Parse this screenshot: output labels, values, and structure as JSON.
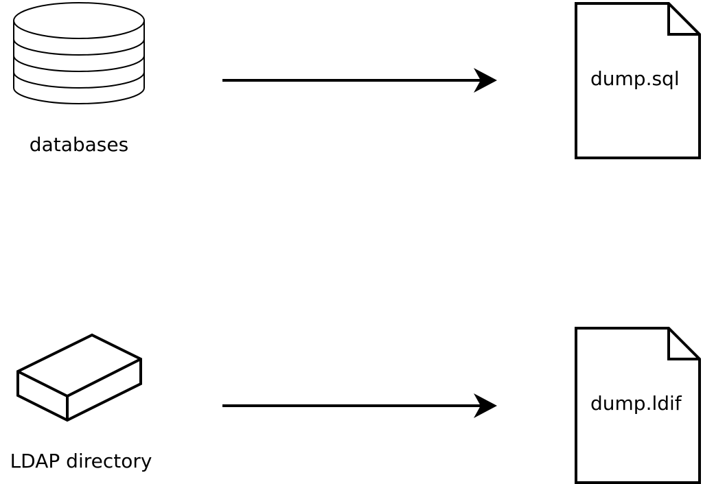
{
  "nodes": {
    "databases": {
      "label": "databases",
      "icon": "database-icon"
    },
    "ldap": {
      "label": "LDAP directory",
      "icon": "server-box-icon"
    },
    "sql_dump": {
      "label": "dump.sql",
      "icon": "document-icon"
    },
    "ldif_dump": {
      "label": "dump.ldif",
      "icon": "document-icon"
    }
  },
  "edges": [
    {
      "from": "databases",
      "to": "sql_dump"
    },
    {
      "from": "ldap",
      "to": "ldif_dump"
    }
  ],
  "colors": {
    "stroke": "#000000",
    "background": "#ffffff"
  }
}
